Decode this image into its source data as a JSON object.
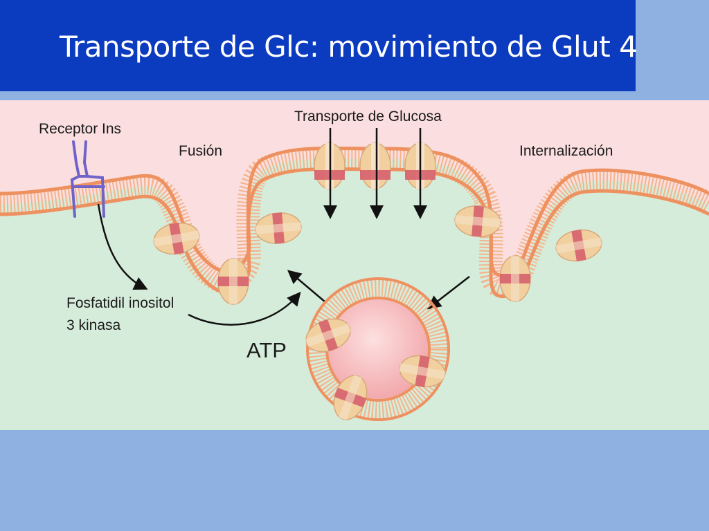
{
  "slide": {
    "title": "Transporte de Glc: movimiento de Glut 4"
  },
  "diagram": {
    "labels": {
      "receptor": "Receptor Ins",
      "fusion": "Fusión",
      "glucose_transport": "Transporte de Glucosa",
      "internalization": "Internalización",
      "pi3k_line1": "Fosfatidil inositol",
      "pi3k_line2": "3 kinasa",
      "atp": "ATP"
    },
    "colors": {
      "title_bar": "#0b3bbf",
      "slide_background": "#8eb1e1",
      "extracellular": "#fbdfe0",
      "cytoplasm": "#d6ecda",
      "membrane": "#f2a070",
      "glut4": "#f1cf9f",
      "glut4_pore": "#d55a6a",
      "receptor": "#6f62c9",
      "vesicle_lumen": "#f7b9bb",
      "arrow": "#111111"
    }
  }
}
